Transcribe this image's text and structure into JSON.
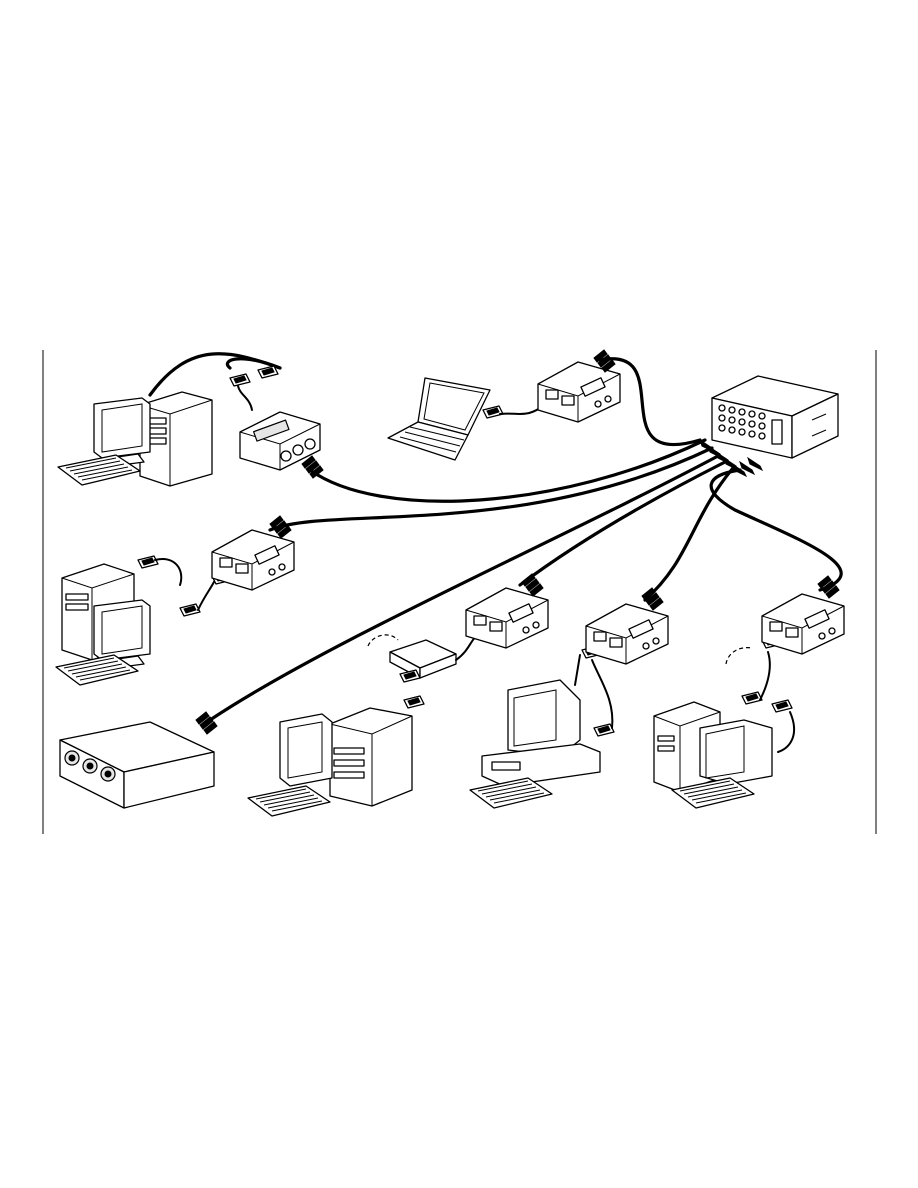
{
  "figure": {
    "kind": "equipment connection illustration",
    "hub": "server-switch",
    "stations": [
      "workstation-top-left",
      "laptop-top-center",
      "tower-computer-left",
      "desktop-bottom-center",
      "crt-computer-bottom-right-center",
      "minitower-bottom-right"
    ],
    "extra_devices": [
      "standalone-three-port-enclosure"
    ]
  },
  "colors": {
    "ink": "#000000",
    "paper": "#ffffff",
    "panel": "#e6e6e6"
  }
}
